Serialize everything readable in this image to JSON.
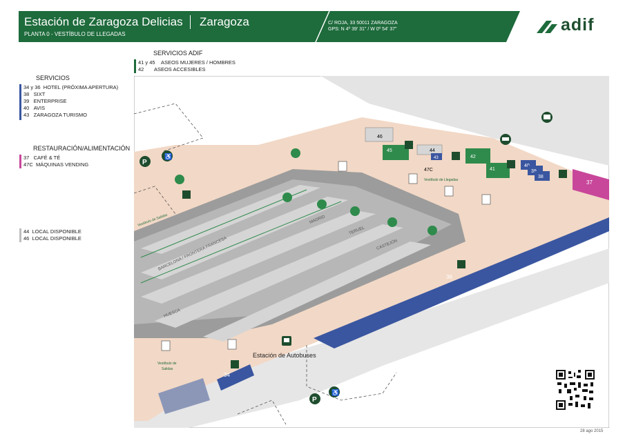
{
  "header": {
    "station": "Estación de Zaragoza Delicias",
    "city": "Zaragoza",
    "floor": "PLANTA 0 - VESTÍBULO DE LLEGADAS",
    "address_line1": "C/ ROJA, 33     50011 ZARAGOZA",
    "address_line2": "GPS: N  4º  39' 31\" / W 0º  54' 37\"",
    "logo": "adif"
  },
  "servicios_adif": {
    "title": "SERVICIOS ADIF",
    "items": [
      {
        "code": "41 y 45",
        "label": "ASEOS MUJERES / HOMBRES"
      },
      {
        "code": "42",
        "label": "ASEOS ACCESIBLES"
      }
    ]
  },
  "servicios": {
    "title": "SERVICIOS",
    "items": [
      {
        "code": "34 y 36",
        "label": "HOTEL  (PRÓXIMA APERTURA)"
      },
      {
        "code": "38",
        "label": "SIXT"
      },
      {
        "code": "39",
        "label": "ENTERPRISE"
      },
      {
        "code": "40",
        "label": "AVIS"
      },
      {
        "code": "43",
        "label": "ZARAGOZA TURISMO"
      }
    ]
  },
  "restauracion": {
    "title": "RESTAURACIÓN/ALIMENTACIÓN",
    "items": [
      {
        "code": "37",
        "label": "CAFÉ & TÉ"
      },
      {
        "code": "47C",
        "label": "MÁQUINAS VENDING"
      }
    ]
  },
  "locales": {
    "items": [
      {
        "code": "44",
        "label": "LOCAL DISPONIBLE"
      },
      {
        "code": "46",
        "label": "LOCAL DISPONIBLE"
      }
    ]
  },
  "map": {
    "labels": {
      "vestibulo_salidas_top": "Vestíbulo de Salidas",
      "vestibulo_llegadas": "Vestíbulo de Llegadas",
      "vestibulo_salidas_bottom_1": "Vestíbulo de",
      "vestibulo_salidas_bottom_2": "Salidas",
      "estacion_autobuses": "Estación de Autobuses",
      "madrid": "MADRID",
      "teruel": "TERUEL",
      "castejon": "CASTEJÓN",
      "barcelona": "BARCELONA / FRONTERA FRANCESA",
      "huesca": "HUESCA"
    },
    "rooms": {
      "r46": "46",
      "r45": "45",
      "r44": "44",
      "r43": "43",
      "r47c": "47C",
      "r42": "42",
      "r41": "41",
      "r40": "40",
      "r39": "39",
      "r38": "38",
      "r37": "37",
      "r36": "36",
      "r34": "34"
    }
  },
  "footer": {
    "date": "28 ago 2015"
  },
  "colors": {
    "adif_green": "#1e6b3c",
    "blue": "#3a56a0",
    "pink": "#c8479a",
    "floor": "#f2d8c6"
  }
}
